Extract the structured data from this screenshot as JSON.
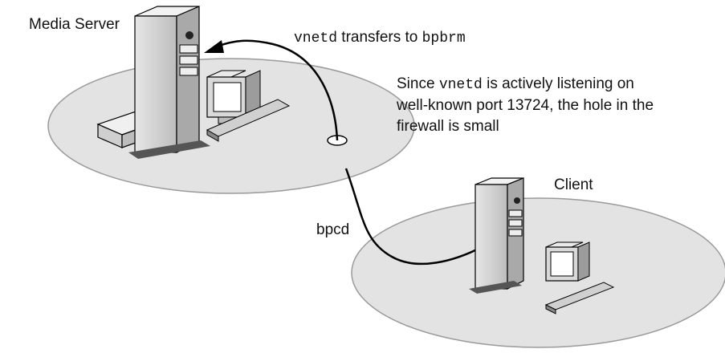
{
  "labels": {
    "media_server": "Media Server",
    "client": "Client",
    "bpcd": "bpcd",
    "transfer": {
      "code1": "vnetd",
      "mid": " transfers to ",
      "code2": "bpbrm"
    },
    "note": {
      "line1_pre": "Since ",
      "line1_code": "vnetd",
      "line1_post": " is actively listening on",
      "line2": "well-known port 13724, the hole in the",
      "line3": "firewall is small"
    }
  },
  "colors": {
    "disc": "#e3e3e3",
    "disc_edge": "#9a9a9a",
    "tower": "#d4d4d4",
    "line": "#000000"
  }
}
